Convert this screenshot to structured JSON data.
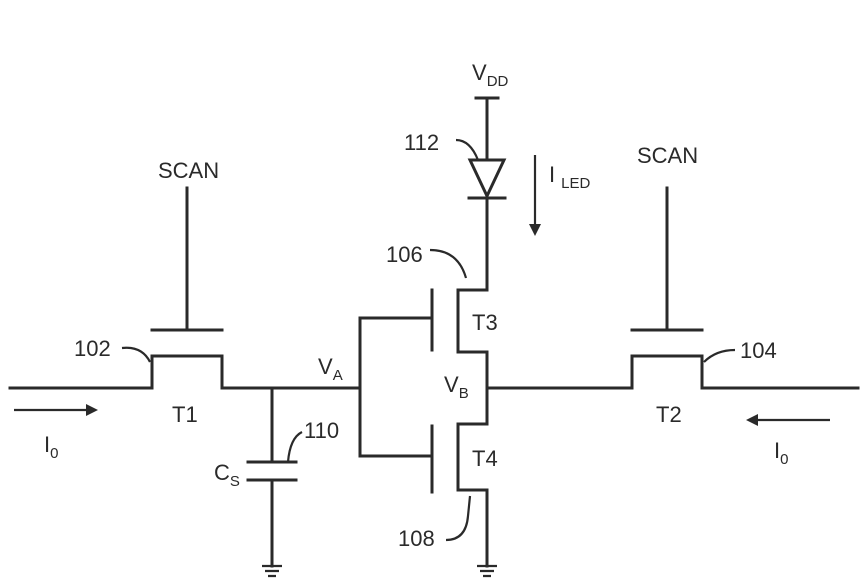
{
  "labels": {
    "vdd": {
      "main": "V",
      "sub": "DD"
    },
    "ref_112": "112",
    "iled": {
      "main": "I",
      "sub": "LED"
    },
    "ref_106": "106",
    "scan_left": "SCAN",
    "scan_right": "SCAN",
    "ref_102": "102",
    "ref_104": "104",
    "va": {
      "main": "V",
      "sub": "A"
    },
    "vb": {
      "main": "V",
      "sub": "B"
    },
    "t1": "T1",
    "t2": "T2",
    "t3": "T3",
    "t4": "T4",
    "ref_110": "110",
    "cs": {
      "main": "C",
      "sub": "S"
    },
    "ref_108": "108",
    "i0_left": {
      "main": "I",
      "sub": "0"
    },
    "i0_right": {
      "main": "I",
      "sub": "0"
    }
  }
}
